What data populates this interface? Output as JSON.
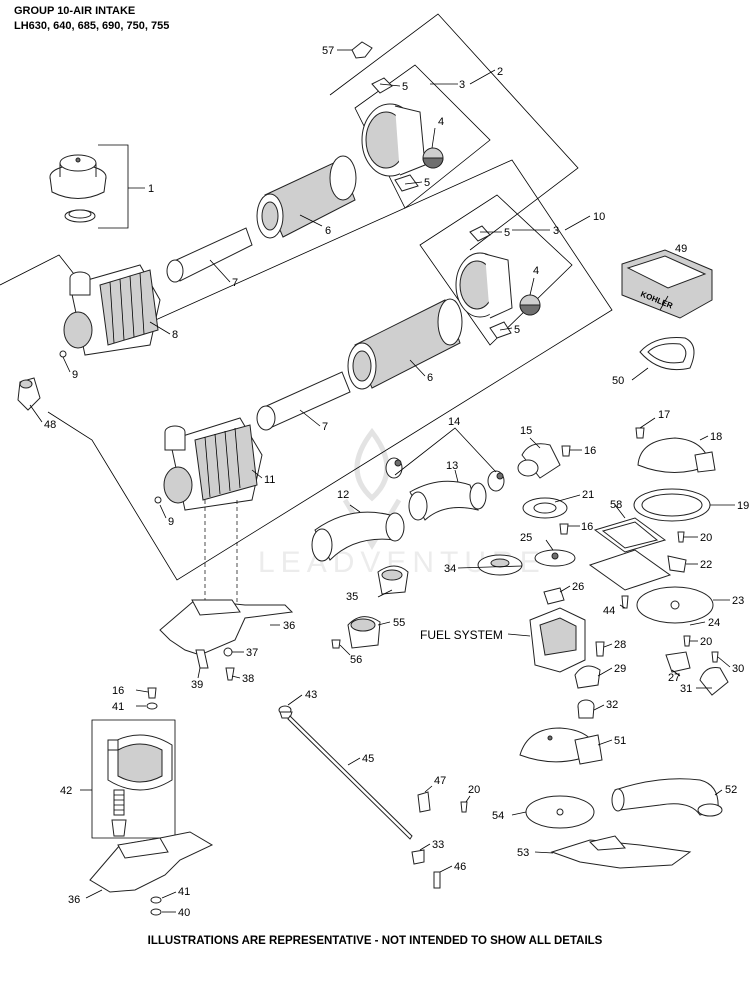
{
  "header": {
    "title": "GROUP 10-AIR INTAKE",
    "models": "LH630, 640, 685, 690, 750, 755"
  },
  "footer": "ILLUSTRATIONS ARE REPRESENTATIVE - NOT INTENDED TO SHOW ALL DETAILS",
  "watermark": "LEADVENTURE",
  "labels": {
    "fuel_system": "FUEL SYSTEM",
    "emblem": "KOHLER"
  },
  "callouts": {
    "c1": "1",
    "c2": "2",
    "c3": "3",
    "c4": "4",
    "c5": "5",
    "c6": "6",
    "c7": "7",
    "c8": "8",
    "c9": "9",
    "c10": "10",
    "c11": "11",
    "c12": "12",
    "c13": "13",
    "c14": "14",
    "c15": "15",
    "c16": "16",
    "c17": "17",
    "c18": "18",
    "c19": "19",
    "c20": "20",
    "c21": "21",
    "c22": "22",
    "c23": "23",
    "c24": "24",
    "c25": "25",
    "c26": "26",
    "c27": "27",
    "c28": "28",
    "c29": "29",
    "c30": "30",
    "c31": "31",
    "c32": "32",
    "c33": "33",
    "c34": "34",
    "c35": "35",
    "c36": "36",
    "c37": "37",
    "c38": "38",
    "c39": "39",
    "c40": "40",
    "c41": "41",
    "c42": "42",
    "c43": "43",
    "c44": "44",
    "c45": "45",
    "c46": "46",
    "c47": "47",
    "c48": "48",
    "c49": "49",
    "c50": "50",
    "c51": "51",
    "c52": "52",
    "c53": "53",
    "c54": "54",
    "c55": "55",
    "c56": "56",
    "c57": "57",
    "c58": "58"
  }
}
